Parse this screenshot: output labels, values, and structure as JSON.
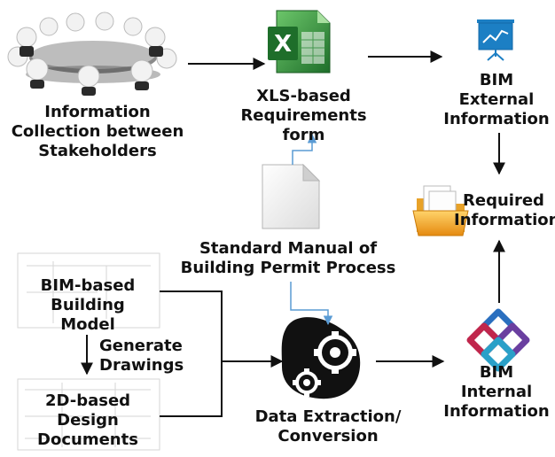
{
  "nodes": {
    "info_collection": {
      "lines": [
        "Information",
        "Collection between",
        "Stakeholders"
      ]
    },
    "xls_form": {
      "lines": [
        "XLS-based",
        "Requirements form"
      ]
    },
    "bim_external": {
      "lines": [
        "BIM",
        "External",
        "Information"
      ]
    },
    "required_info": {
      "lines": [
        "Required",
        "Information"
      ]
    },
    "standard_manual": {
      "lines": [
        "Standard Manual of",
        "Building Permit Process"
      ]
    },
    "bim_model": {
      "lines": [
        "BIM-based",
        "Building Model"
      ]
    },
    "generate_drawings": {
      "lines": [
        "Generate",
        "Drawings"
      ]
    },
    "design_docs": {
      "lines": [
        "2D-based",
        "Design",
        "Documents"
      ]
    },
    "data_extraction": {
      "lines": [
        "Data Extraction/",
        "Conversion"
      ]
    },
    "bim_internal": {
      "lines": [
        "BIM",
        "Internal",
        "Information"
      ]
    }
  },
  "icons": {
    "meeting": "meeting-table-icon",
    "excel": "excel-file-icon",
    "presentation": "presentation-board-icon",
    "folder": "folder-icon",
    "document": "blank-document-icon",
    "gears": "gears-icon",
    "ifc": "ifc-logo-icon"
  },
  "colors": {
    "excel_green": "#2e8b3a",
    "board_blue": "#1c7fc4",
    "folder_orange": "#f0a020",
    "arrow_black": "#111111",
    "arrow_blue": "#5a9bd4"
  }
}
